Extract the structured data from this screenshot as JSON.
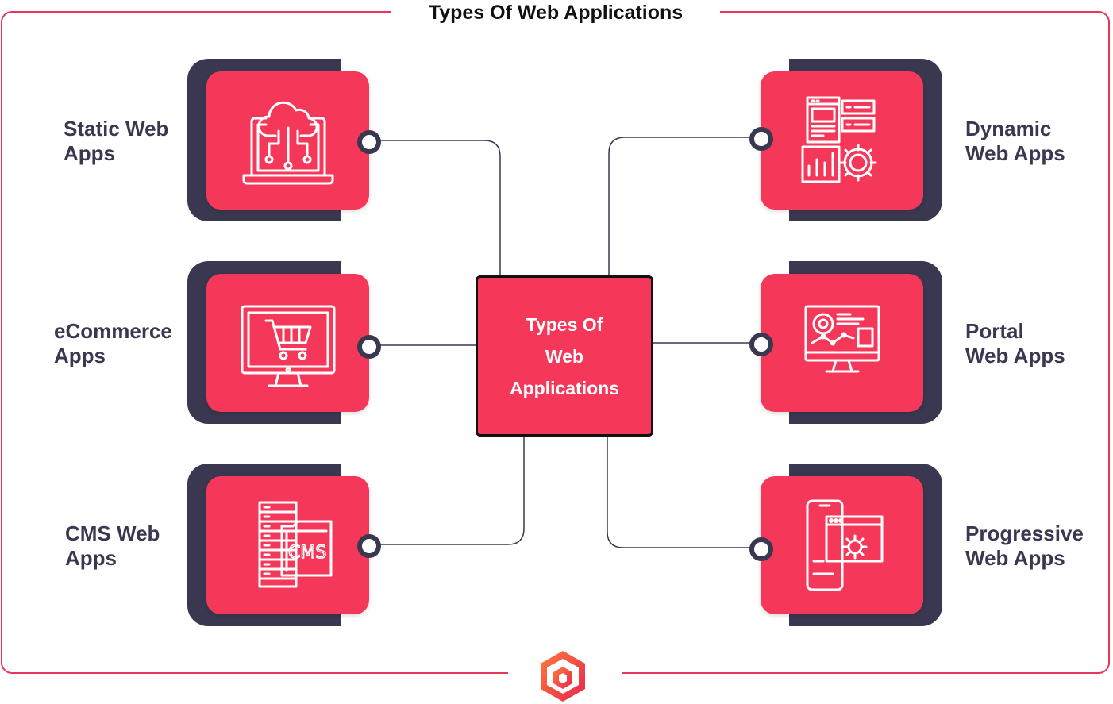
{
  "title": "Types Of Web Applications",
  "center_label": "Types Of\nWeb\nApplications",
  "colors": {
    "accent": "#f5375a",
    "dark": "#3a3850",
    "frame": "#e8375a"
  },
  "items": [
    {
      "label": "Static Web\nApps",
      "icon": "cloud-laptop-icon",
      "side": "left"
    },
    {
      "label": "eCommerce\nApps",
      "icon": "shopping-cart-monitor-icon",
      "side": "left"
    },
    {
      "label": "CMS Web\nApps",
      "icon": "cms-server-icon",
      "side": "left"
    },
    {
      "label": "Dynamic\nWeb Apps",
      "icon": "dashboard-gear-icon",
      "side": "right"
    },
    {
      "label": "Portal\nWeb Apps",
      "icon": "portal-monitor-icon",
      "side": "right"
    },
    {
      "label": "Progressive\nWeb Apps",
      "icon": "mobile-browser-gear-icon",
      "side": "right"
    }
  ]
}
